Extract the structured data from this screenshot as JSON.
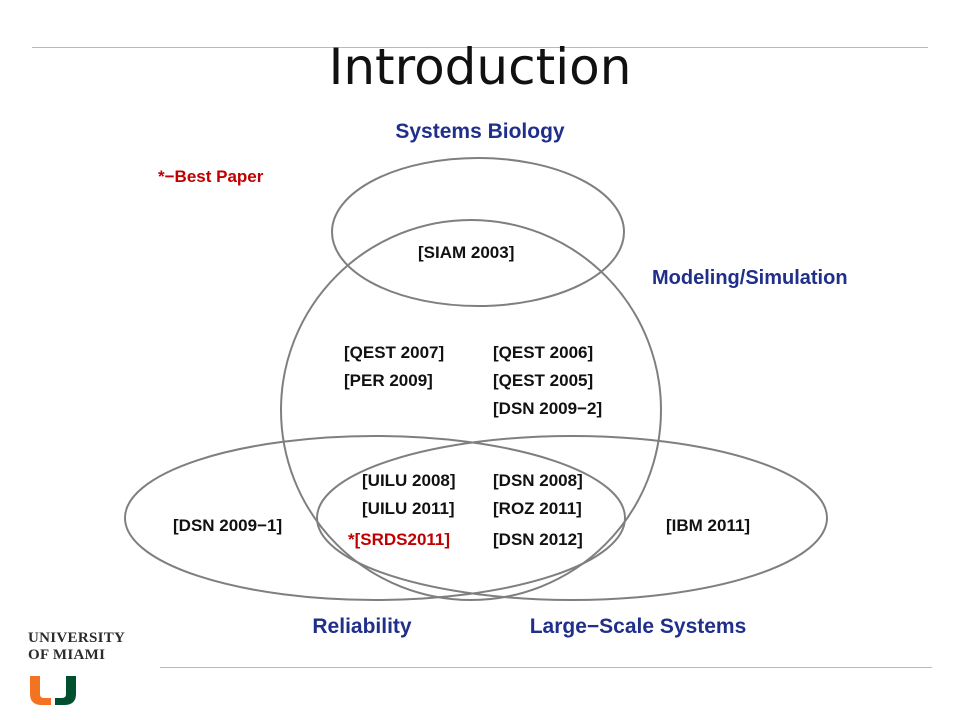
{
  "slide": {
    "title": "Introduction"
  },
  "legend": {
    "note": "*−Best Paper"
  },
  "sets": {
    "systems_biology": "Systems Biology",
    "modeling_simulation": "Modeling/Simulation",
    "reliability": "Reliability",
    "large_scale": "Large−Scale Systems"
  },
  "papers": {
    "systems_biology_modeling": [
      "[SIAM 2003]"
    ],
    "modeling_left": [
      "[QEST 2007]",
      "[PER 2009]"
    ],
    "modeling_right": [
      "[QEST 2006]",
      "[QEST 2005]",
      "[DSN 2009−2]"
    ],
    "all_three_left": [
      "[UILU 2008]",
      "[UILU 2011]",
      "*[SRDS2011]"
    ],
    "all_three_right": [
      "[DSN 2008]",
      "[ROZ 2011]",
      "[DSN 2012]"
    ],
    "reliability_only": [
      "[DSN 2009−1]"
    ],
    "large_scale_only": [
      "[IBM 2011]"
    ]
  },
  "colors": {
    "label_blue": "#1f2f8a",
    "best_paper_red": "#c00000",
    "text_black": "#111111",
    "circle_gray": "#7f7f7f",
    "logo_orange": "#f47321",
    "logo_green": "#005030"
  },
  "logo": {
    "line1": "UNIVERSITY",
    "line2": "OF MIAMI"
  }
}
